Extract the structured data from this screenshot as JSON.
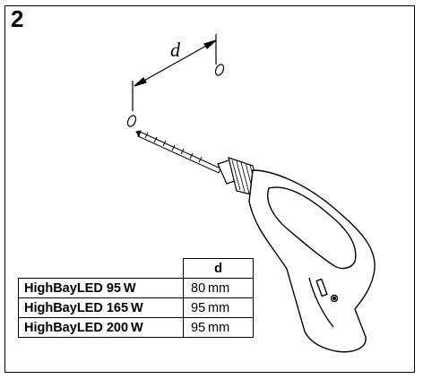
{
  "figure": {
    "step_number": "2",
    "distance_label": "d"
  },
  "spec_table": {
    "header": "d",
    "rows": [
      {
        "model": "HighBayLED 95 W",
        "d": "80 mm"
      },
      {
        "model": "HighBayLED 165 W",
        "d": "95 mm"
      },
      {
        "model": "HighBayLED 200 W",
        "d": "95 mm"
      }
    ]
  }
}
